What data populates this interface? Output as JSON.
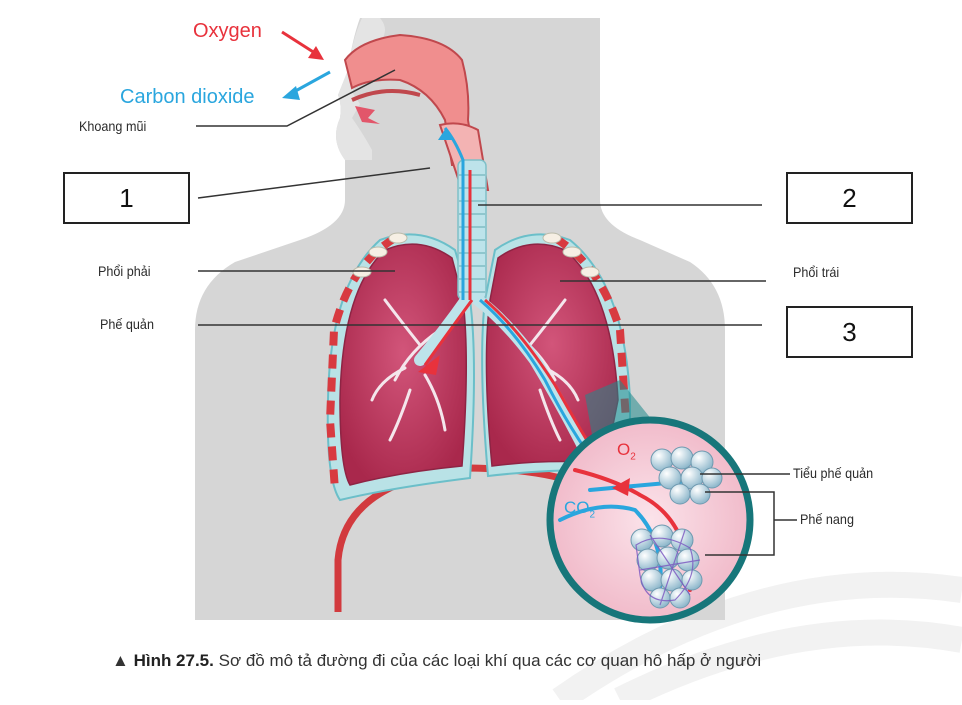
{
  "gases": {
    "oxygen": "Oxygen",
    "carbon_dioxide": "Carbon dioxide"
  },
  "labels": {
    "nasal_cavity": "Khoang mũi",
    "right_lung": "Phổi phải",
    "bronchus": "Phế quản",
    "left_lung": "Phổi trái",
    "bronchiole": "Tiểu phế quản",
    "alveoli": "Phế nang"
  },
  "inset": {
    "o2": "O",
    "o2_sub": "2",
    "co2": "CO",
    "co2_sub": "2"
  },
  "blanks": {
    "b1": "1",
    "b2": "2",
    "b3": "3"
  },
  "caption": {
    "marker": "▲",
    "figure": "Hình 27.5.",
    "text": "Sơ đồ mô tả đường đi của các loại khí qua các cơ quan hô hấp ở người"
  },
  "colors": {
    "oxygen": "#e8323c",
    "carbon_dioxide": "#2aa6de",
    "body": "#d9d9d9",
    "lung": "#c23a5e",
    "inset_ring": "#17767a"
  }
}
